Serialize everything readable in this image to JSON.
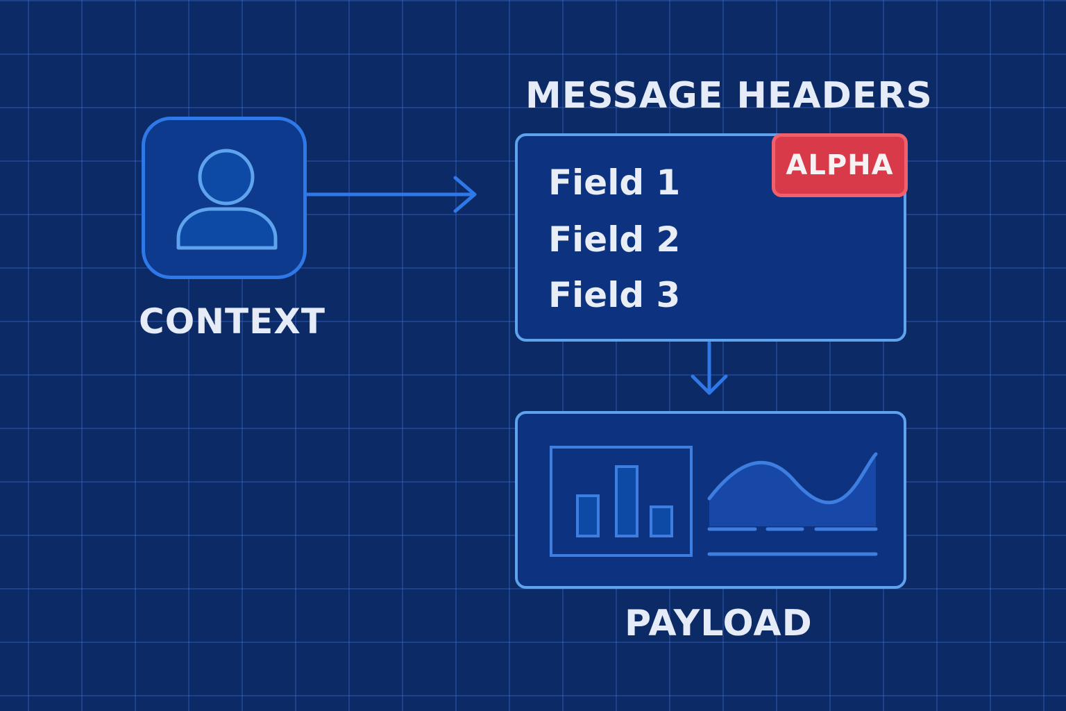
{
  "context": {
    "label": "CONTEXT",
    "icon": "user-icon"
  },
  "headers": {
    "title": "MESSAGE HEADERS",
    "badge": "ALPHA",
    "fields": [
      "Field 1",
      "Field 2",
      "Field 3"
    ]
  },
  "payload": {
    "label": "PAYLOAD",
    "icons": [
      "bar-chart-icon",
      "area-chart-icon"
    ]
  },
  "colors": {
    "background": "#0c2a66",
    "accent": "#2f78e8",
    "box_border": "#5ea3ec",
    "badge": "#d83a4a",
    "text": "#e6ecf7"
  }
}
